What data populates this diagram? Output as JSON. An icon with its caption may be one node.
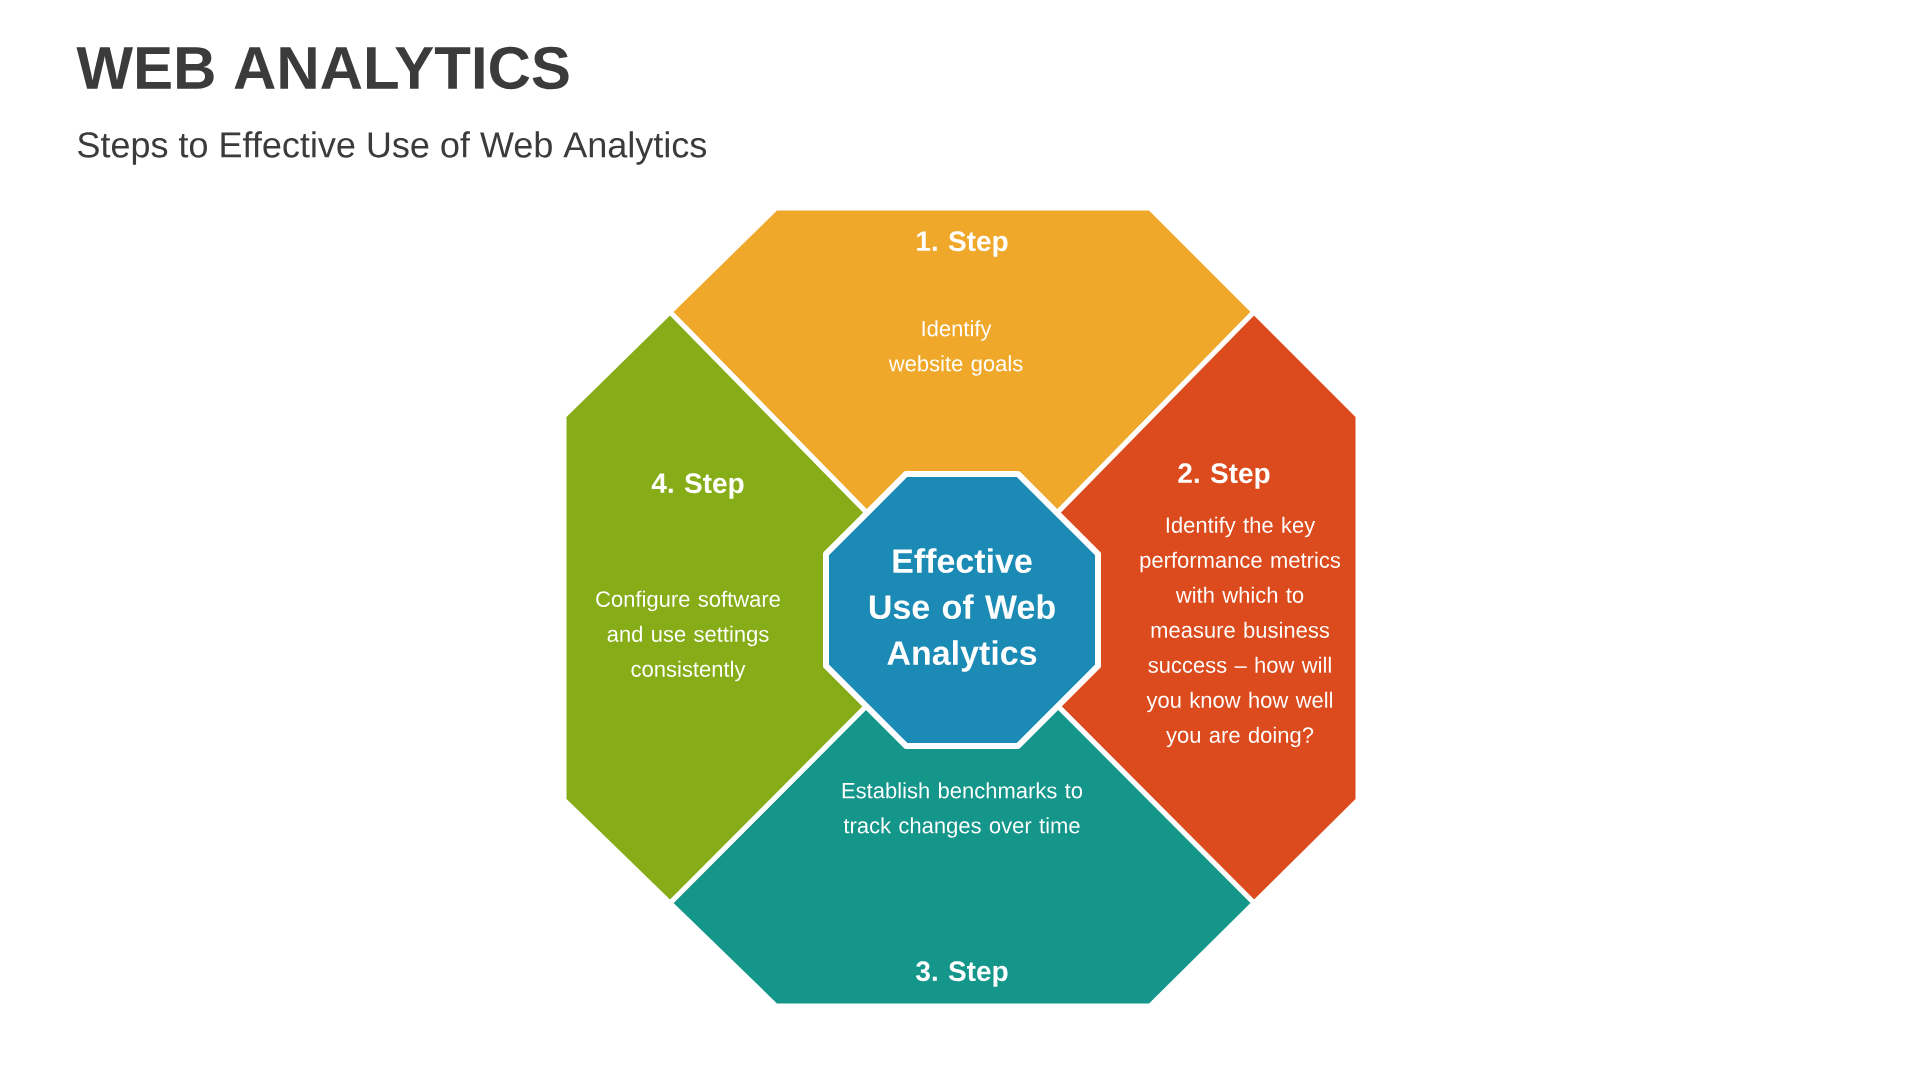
{
  "diagram": {
    "title": "WEB ANALYTICS",
    "nodes": [
      {
        "text": [
          "1. Step",
          "Identify website goals"
        ]
      },
      {
        "text": [
          "2. Step",
          "Identify the key performance metrics with which to measure business success – how will you know how well you are doing?"
        ]
      },
      {
        "text": [
          "Establish benchmarks to track changes over time",
          "3. Step"
        ]
      },
      {
        "text": [
          "4. Step",
          "Configure software and use settings consistently"
        ]
      },
      {
        "text": [
          "Effective Use of Web Analytics"
        ]
      }
    ],
    "labels": [
      "Steps to Effective Use of Web Analytics"
    ]
  }
}
